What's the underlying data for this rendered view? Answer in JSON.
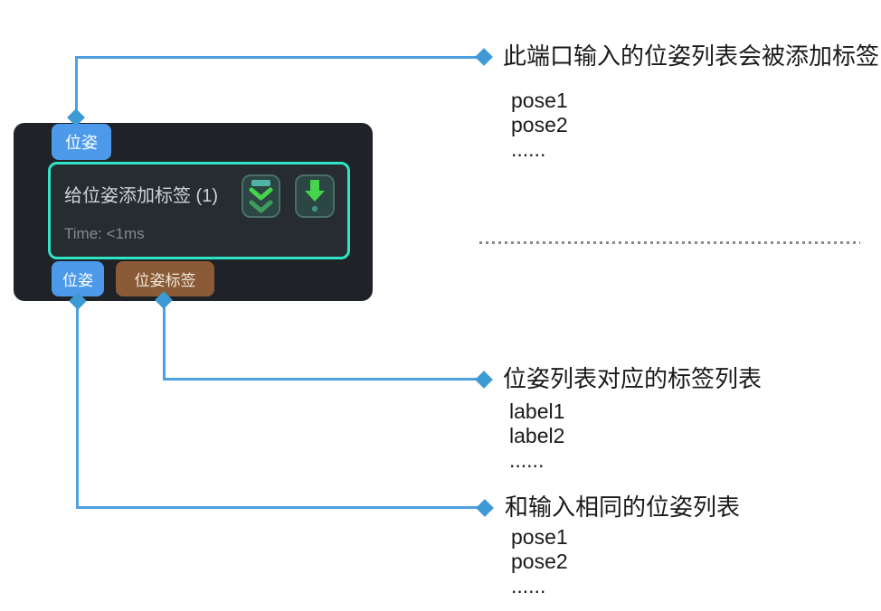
{
  "node": {
    "title": "给位姿添加标签 (1)",
    "time": "Time: <1ms",
    "input_ports": [
      {
        "label": "位姿"
      }
    ],
    "output_ports": [
      {
        "label": "位姿"
      },
      {
        "label": "位姿标签"
      }
    ],
    "buttons": [
      {
        "icon": "collapse-double-chevron-icon"
      },
      {
        "icon": "arrow-down-with-dot-icon"
      }
    ]
  },
  "annotations": {
    "top": {
      "title": "此端口输入的位姿列表会被添加标签",
      "items": [
        "pose1",
        "pose2",
        "......"
      ]
    },
    "middle": {
      "title": "位姿列表对应的标签列表",
      "items": [
        "label1",
        "label2",
        "......"
      ]
    },
    "bottom": {
      "title": "和输入相同的位姿列表",
      "items": [
        "pose1",
        "pose2",
        "......"
      ]
    }
  },
  "colors": {
    "node_background": "#1f2327",
    "inner_background": "#272c30",
    "teal_border": "#2ee4c7",
    "port_blue": "#4d9aea",
    "port_brown": "#8a5b36",
    "connector_blue": "#4fa0df",
    "diamond_blue": "#3e9ad4",
    "icon_green_bright": "#46d44d",
    "icon_green_dim": "#3e9b5e",
    "icon_teal": "#4fb3a8"
  }
}
